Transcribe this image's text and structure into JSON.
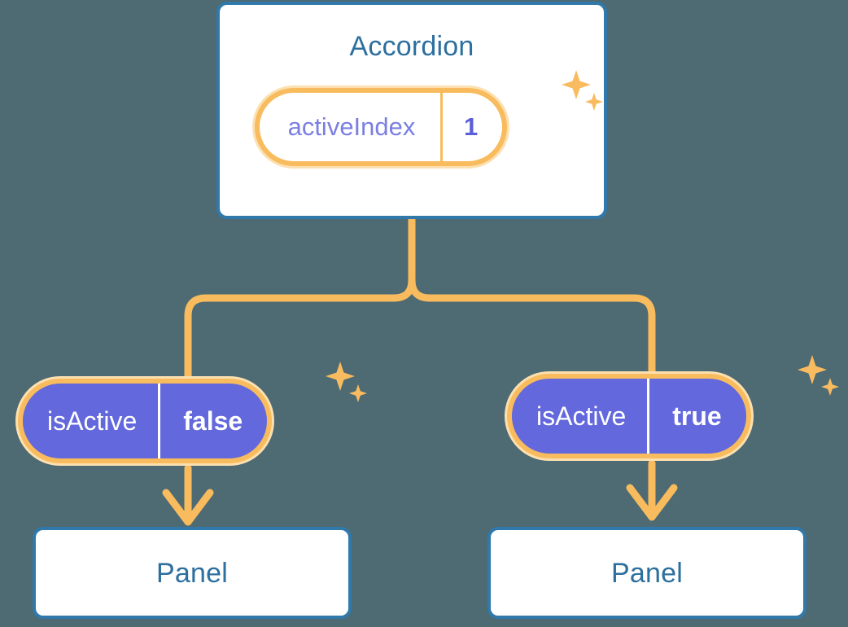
{
  "theme": {
    "background": "#4e6a72",
    "card_border": "#3079aa",
    "card_title_color": "#2d6f9e",
    "card_background": "#ffffff",
    "accent_orange": "#f8bb5d",
    "accent_orange_soft": "#fce0b0",
    "state_fill_indigo": "#6368dc",
    "state_key_indigo": "#7b7fe2",
    "state_value_indigo": "#5b5fd8",
    "state_text_light": "#ffffff"
  },
  "tree": {
    "root": {
      "title": "Accordion",
      "state": {
        "key": "activeIndex",
        "value": "1"
      },
      "sparkle_name": "sparkle-icon"
    },
    "branches": [
      {
        "side": "left",
        "prop": {
          "key": "isActive",
          "value": "false"
        },
        "child_title": "Panel",
        "arrow_name": "arrow-down-icon",
        "sparkle_name": "sparkle-icon"
      },
      {
        "side": "right",
        "prop": {
          "key": "isActive",
          "value": "true"
        },
        "child_title": "Panel",
        "arrow_name": "arrow-down-icon",
        "sparkle_name": "sparkle-icon"
      }
    ]
  }
}
